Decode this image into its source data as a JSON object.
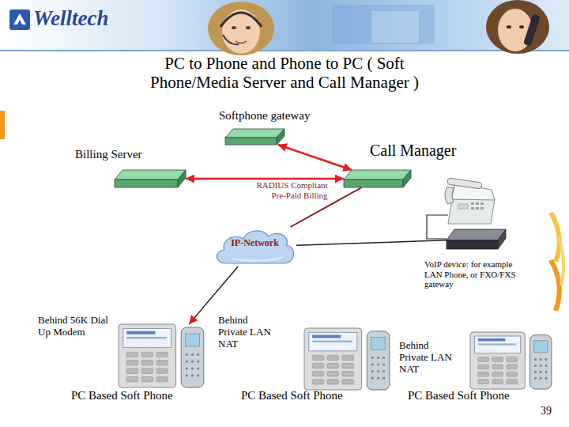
{
  "diagram": {
    "title": "PC to Phone and Phone to PC ( Soft Phone/Media Server and Call Manager )",
    "nodes": [
      {
        "text": [
          "Softphone gateway"
        ]
      },
      {
        "text": [
          "Billing Server"
        ]
      },
      {
        "text": [
          "Call Manager"
        ]
      },
      {
        "text": [
          "IP-Network"
        ]
      },
      {
        "text": [
          "VoIP device: for example LAN Phone, or FXO/FXS gateway"
        ]
      },
      {
        "text": [
          "Behind 56K Dial Up Modem",
          "PC Based Soft Phone"
        ]
      },
      {
        "text": [
          "Behind Private LAN NAT",
          "PC Based Soft Phone"
        ]
      },
      {
        "text": [
          "Behind Private LAN NAT",
          "PC Based Soft Phone"
        ]
      }
    ],
    "edges": [
      {
        "from": 0,
        "to": 2,
        "arrow": "both"
      },
      {
        "from": 1,
        "to": 2,
        "arrow": "both"
      },
      {
        "from": 2,
        "to": 3,
        "arrow": "none",
        "label": "RADIUS Compliant Pre-Paid Billing"
      },
      {
        "from": 3,
        "to": 4,
        "arrow": "none"
      },
      {
        "from": 3,
        "to": 5,
        "arrow": "to"
      }
    ],
    "labels": [
      "Welltech",
      "39"
    ]
  }
}
